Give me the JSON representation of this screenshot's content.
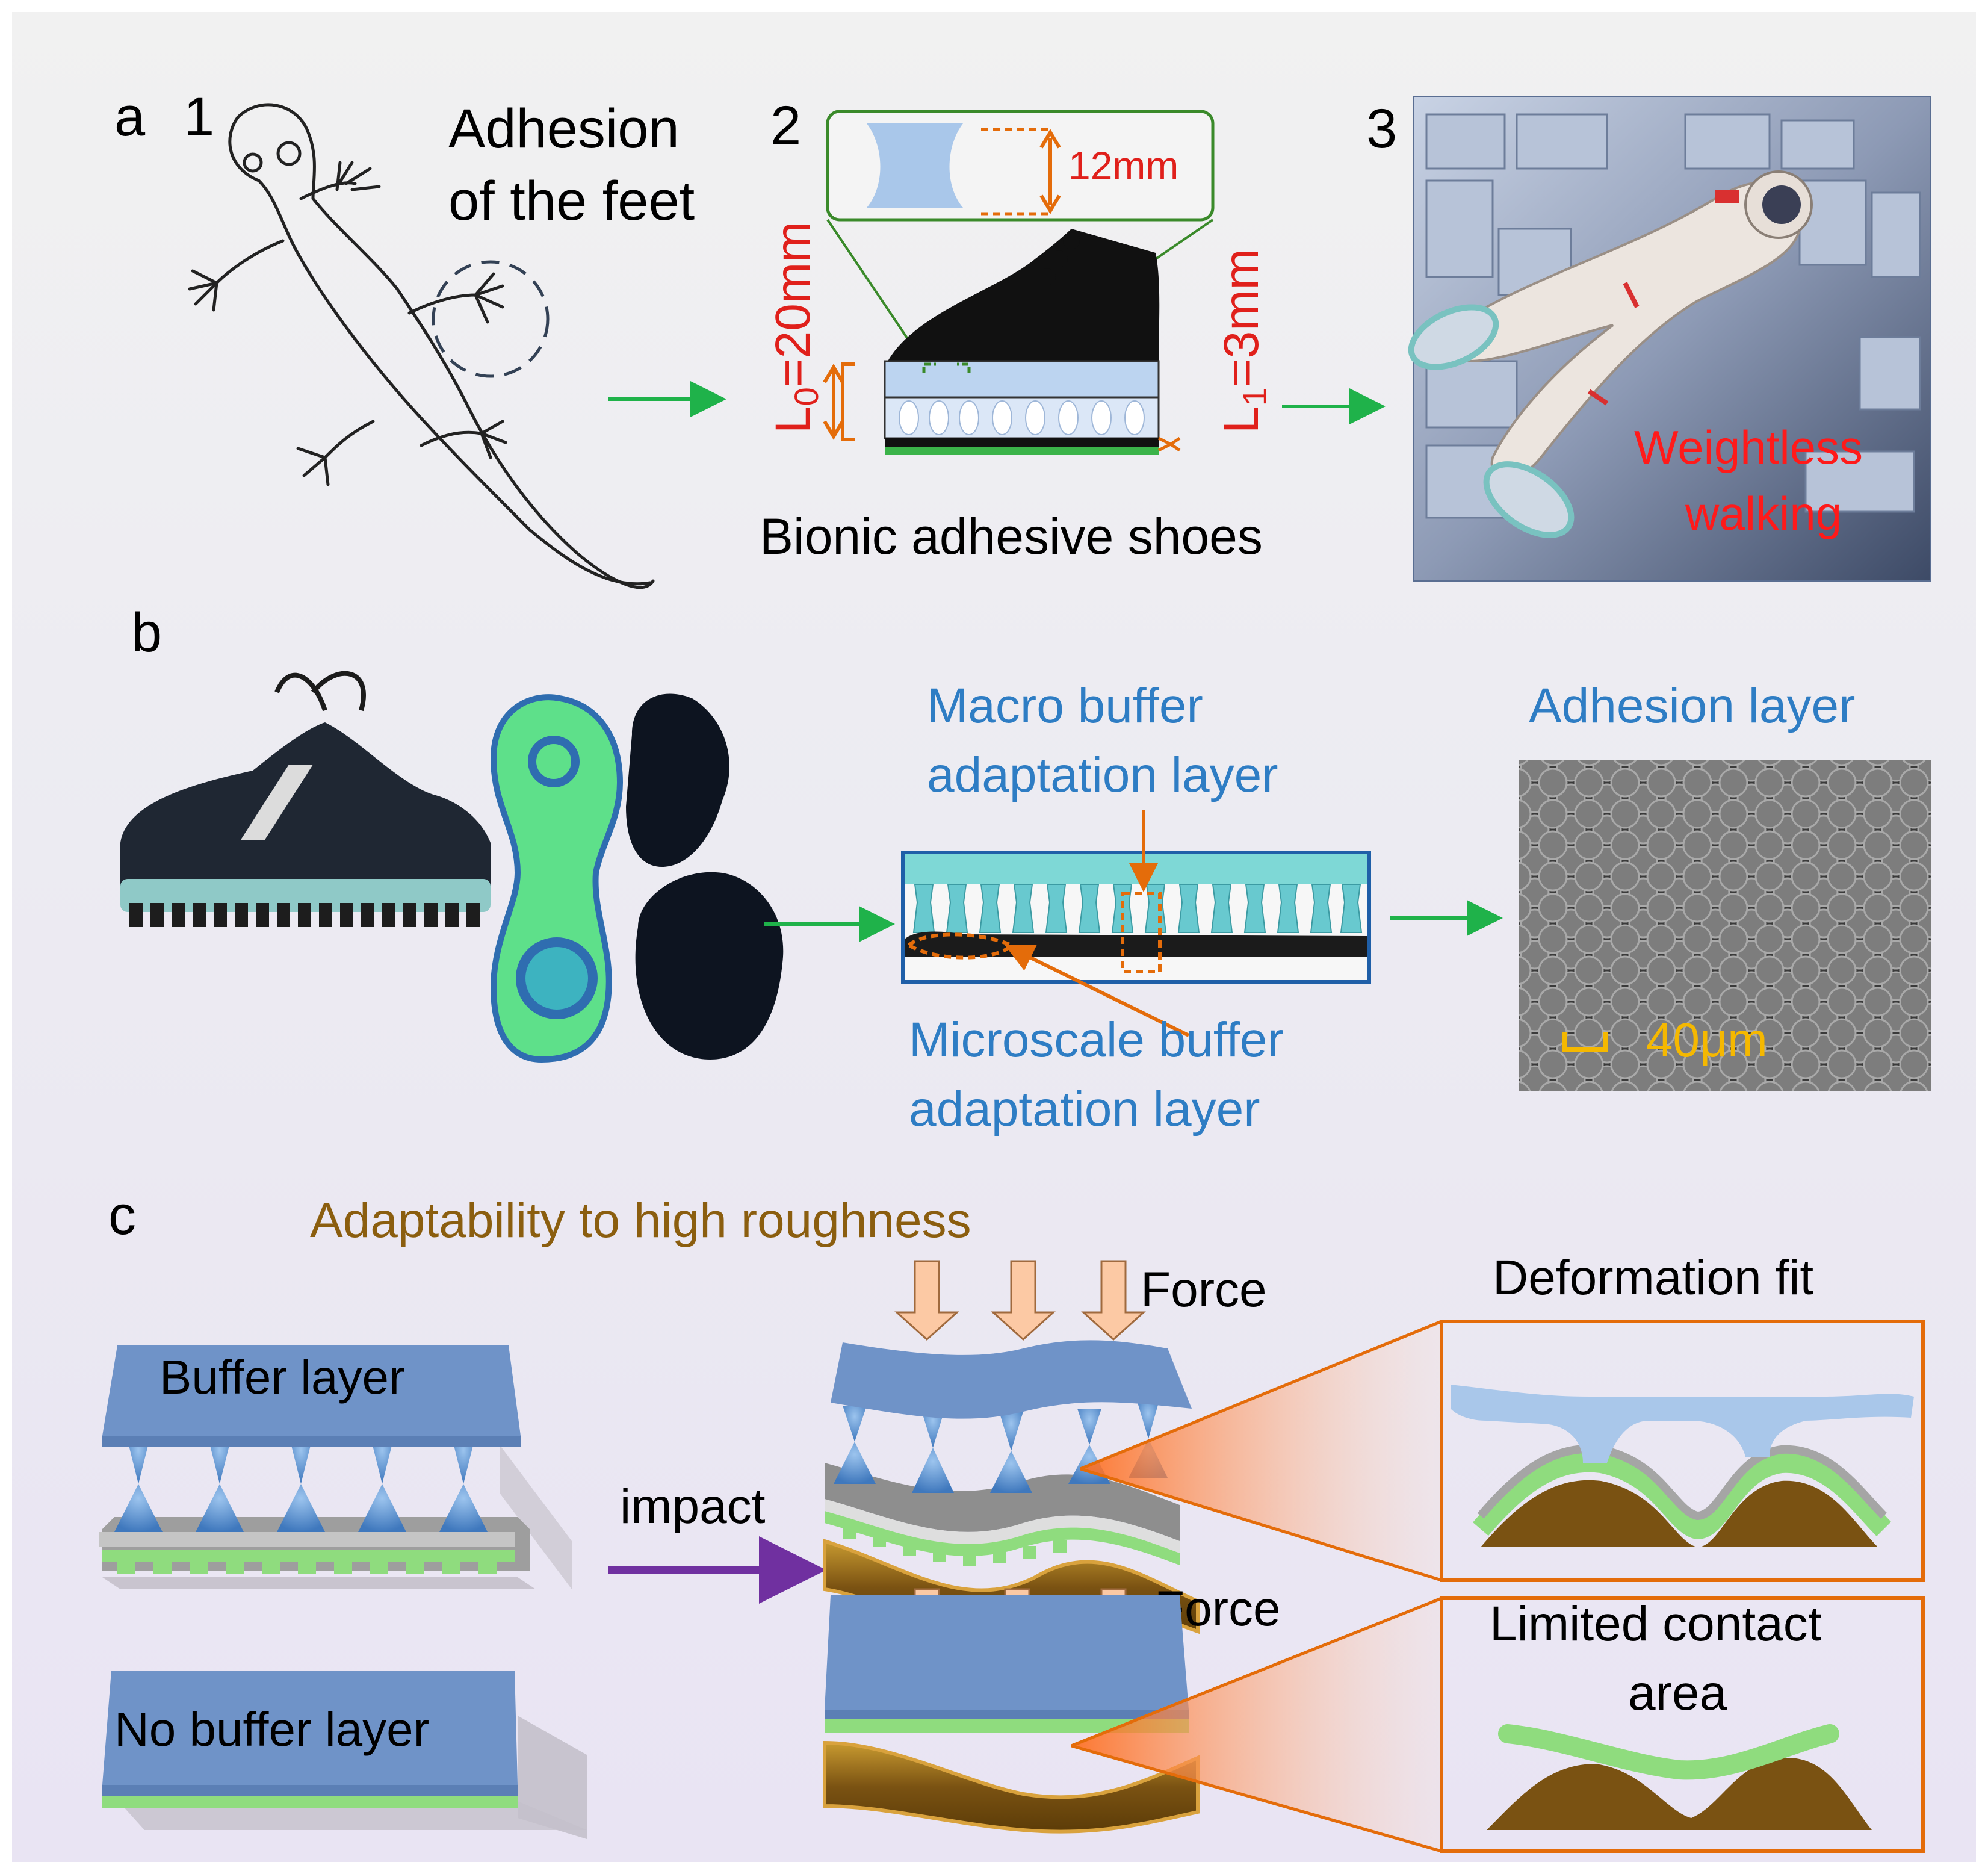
{
  "panel_a": {
    "letter": "a",
    "sub1": {
      "number": "1",
      "caption": "Adhesion\nof the feet"
    },
    "sub2": {
      "number": "2",
      "inset_dim": "12mm",
      "height_L0_prefix": "L",
      "height_L0_sub": "0",
      "height_L0_value": "=20mm",
      "height_L1_prefix": "L",
      "height_L1_sub": "1",
      "height_L1_value": "=3mm",
      "caption": "Bionic adhesive shoes"
    },
    "sub3": {
      "number": "3",
      "caption": "Weightless\nwalking"
    }
  },
  "panel_b": {
    "letter": "b",
    "macro_label": "Macro buffer\nadaptation layer",
    "micro_label": "Microscale buffer\nadaptation layer",
    "adhesion_label": "Adhesion layer",
    "scalebar": "40μm"
  },
  "panel_c": {
    "letter": "c",
    "title": "Adaptability to high roughness",
    "buffer_label": "Buffer layer",
    "nobuffer_label": "No buffer layer",
    "impact_label": "impact",
    "force_top": "Force",
    "force_bottom": "Force",
    "fit_label": "Deformation fit",
    "limited_label": "Limited contact\narea"
  },
  "colors": {
    "label_blue": "#2e7dc4",
    "red": "#e0201b",
    "orange": "#e46c0a",
    "green_arrow": "#1fb24a",
    "purple_arrow": "#7030a0",
    "brown_title": "#8b5e0f",
    "scale_yellow": "#f5b800",
    "buffer_blue": "#6f93c8",
    "pad_green": "#9bde8e",
    "ground_brown": "#7a5212"
  }
}
